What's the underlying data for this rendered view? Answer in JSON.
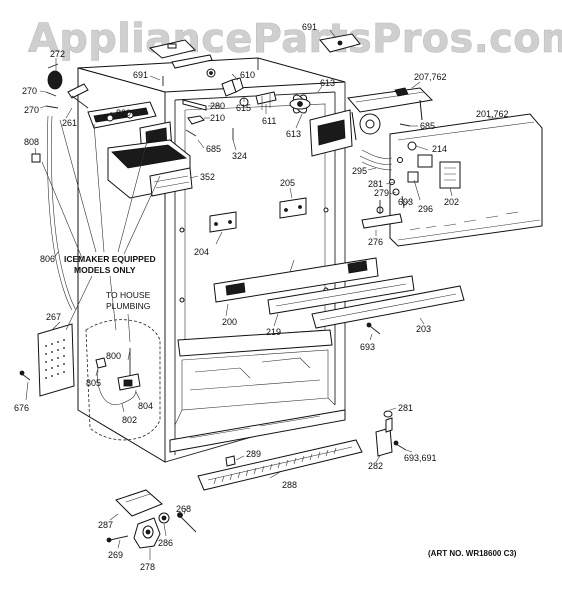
{
  "watermark": "AppliancePartsPros.com",
  "notes": {
    "icemaker_line1": "ICEMAKER EQUIPPED",
    "icemaker_line2": "MODELS ONLY",
    "plumbing_line1": "TO HOUSE",
    "plumbing_line2": "PLUMBING",
    "art_no": "(ART NO. WR18600 C3)"
  },
  "labels": {
    "l272": "272",
    "l691a": "691",
    "l270a": "270",
    "l270b": "270",
    "l261": "261",
    "l820": "820",
    "l808": "808",
    "l691b": "691",
    "l280": "280",
    "l610": "610",
    "l615": "615",
    "l210": "210",
    "l685a": "685",
    "l324": "324",
    "l352": "352",
    "l611": "611",
    "l613a": "613",
    "l613b": "613",
    "l207": "207,762",
    "l685b": "685",
    "l201": "201,762",
    "l214": "214",
    "l295": "295",
    "l281a": "281",
    "l279": "279",
    "l693a": "693",
    "l296": "296",
    "l202": "202",
    "l276": "276",
    "l205": "205",
    "l204": "204",
    "l806": "806",
    "l267": "267",
    "l200": "200",
    "l219": "219",
    "l203": "203",
    "l693b": "693",
    "l676": "676",
    "l800": "800",
    "l805": "805",
    "l804": "804",
    "l802": "802",
    "l281b": "281",
    "l282": "282",
    "l693c": "693,691",
    "l289": "289",
    "l288": "288",
    "l287": "287",
    "l268": "268",
    "l269": "269",
    "l286": "286",
    "l278": "278"
  }
}
